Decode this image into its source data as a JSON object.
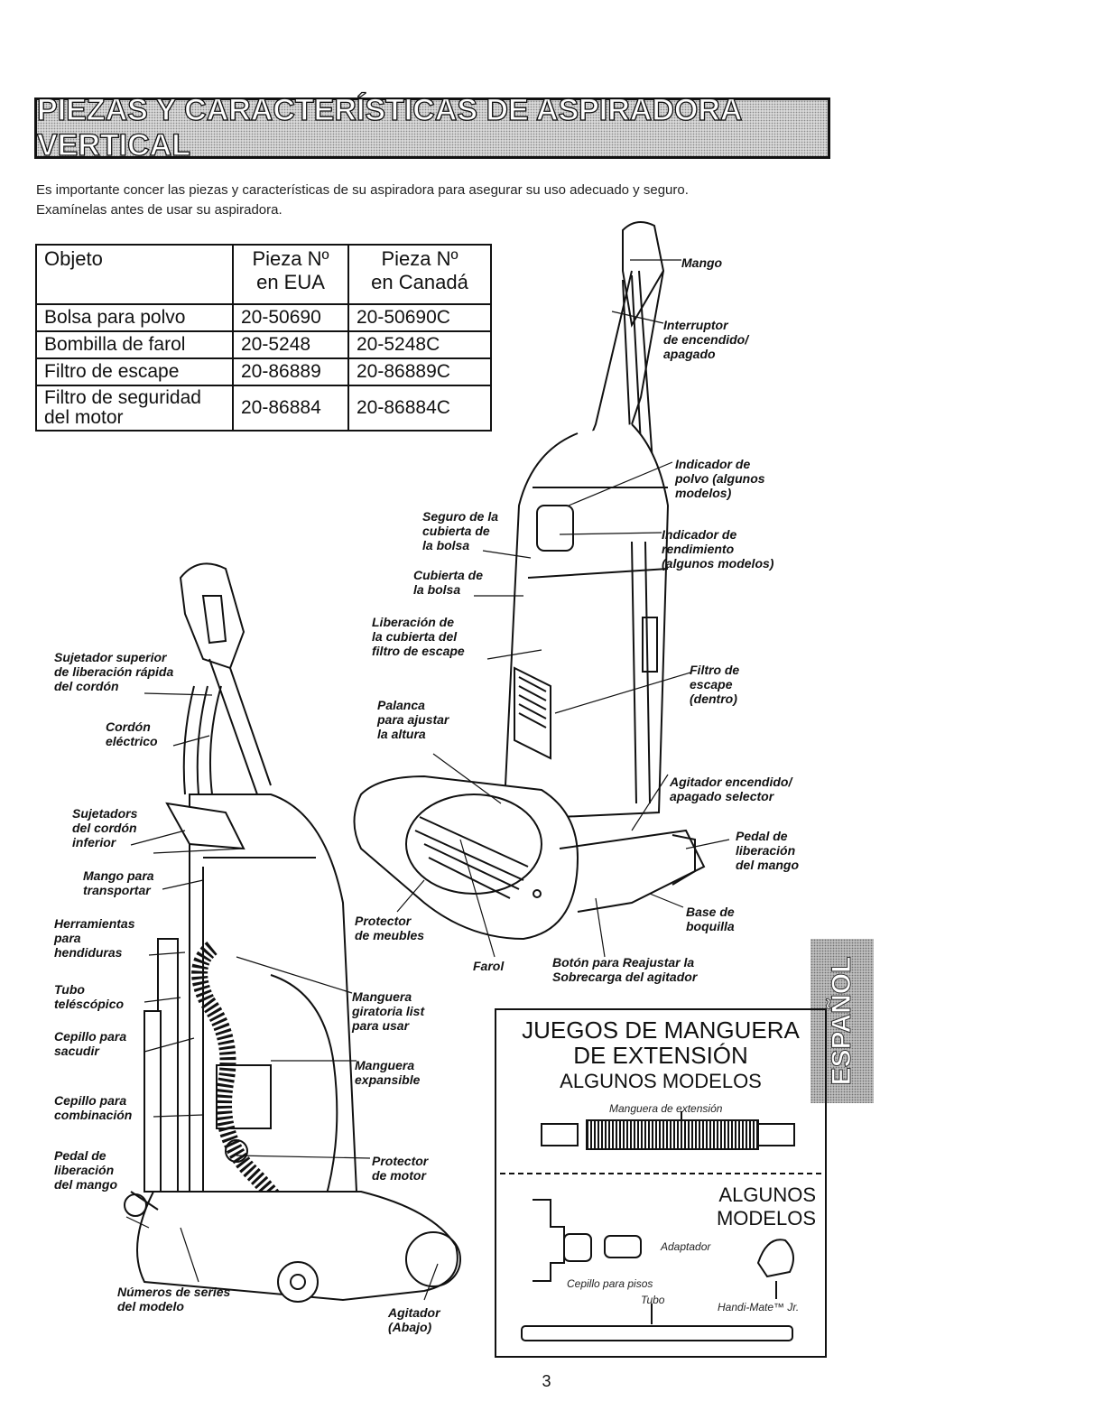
{
  "banner": {
    "title": "PIEZAS Y CARACTERÍSTICAS DE ASPIRADORA VERTICAL"
  },
  "intro": {
    "line1": "Es importante concer las piezas y características de su aspiradora para asegurar su uso adecuado y seguro.",
    "line2": "Examínelas antes de usar su aspiradora."
  },
  "table": {
    "headers": [
      "Objeto",
      "Pieza Nº\nen EUA",
      "Pieza Nº\nen Canadá"
    ],
    "rows": [
      [
        "Bolsa para polvo",
        "20-50690",
        "20-50690C"
      ],
      [
        "Bombilla de farol",
        "20-5248",
        "20-5248C"
      ],
      [
        "Filtro de escape",
        "20-86889",
        "20-86889C"
      ],
      [
        "Filtro de seguridad\ndel motor",
        "20-86884",
        "20-86884C"
      ]
    ]
  },
  "labels": {
    "mango": "Mango",
    "interruptor": "Interruptor\nde encendido/\napagado",
    "indicador_polvo": "Indicador de\npolvo (algunos\nmodelos)",
    "indicador_rend": "Indicador de\nrendimiento\n(algunos modelos)",
    "seguro": "Seguro de la\ncubierta de\nla bolsa",
    "cubierta": "Cubierta de\nla bolsa",
    "liberacion_filtro": "Liberación de\nla cubierta del\nfiltro de escape",
    "filtro_escape": "Filtro de\nescape\n(dentro)",
    "palanca": "Palanca\npara ajustar\nla altura",
    "agitador_sel": "Agitador encendido/\napagado selector",
    "pedal_lib_1": "Pedal de\nliberación\ndel mango",
    "base_boquilla": "Base de\nboquilla",
    "protector_muebles": "Protector\nde meubles",
    "farol": "Farol",
    "boton": "Botón para Reajustar la\nSobrecarga del agitador",
    "sujetador_sup": "Sujetador superior\nde liberación rápida\ndel cordón",
    "cordon": "Cordón\neléctrico",
    "sujetadors": "Sujetadors\ndel cordón\ninferior",
    "mango_transp": "Mango para\ntransportar",
    "herramientas": "Herramientas\npara\nhendiduras",
    "tubo_tel": "Tubo\nteléscópico",
    "cepillo_sacudir": "Cepillo para\nsacudir",
    "cepillo_comb": "Cepillo para\ncombinación",
    "pedal_lib_2": "Pedal de\nliberación\ndel mango",
    "numeros": "Números de series\ndel modelo",
    "manguera_gir": "Manguera\ngiratoria list\npara usar",
    "manguera_exp": "Manguera\nexpansible",
    "protector_motor": "Protector\nde motor",
    "agitador_abajo": "Agitador\n(Abajo)"
  },
  "side_tab": {
    "text": "ESPAÑOL"
  },
  "kit": {
    "title1": "JUEGOS DE MANGUERA",
    "title2": "DE EXTENSIÓN",
    "subtitle": "ALGUNOS MODELOS",
    "hose_label": "Manguera de extensión",
    "algunos": "ALGUNOS\nMODELOS",
    "adaptador": "Adaptador",
    "cepillo_pisos": "Cepillo para pisos",
    "tubo": "Tubo",
    "handimate": "Handi-Mate™ Jr."
  },
  "page": {
    "number": "3"
  }
}
